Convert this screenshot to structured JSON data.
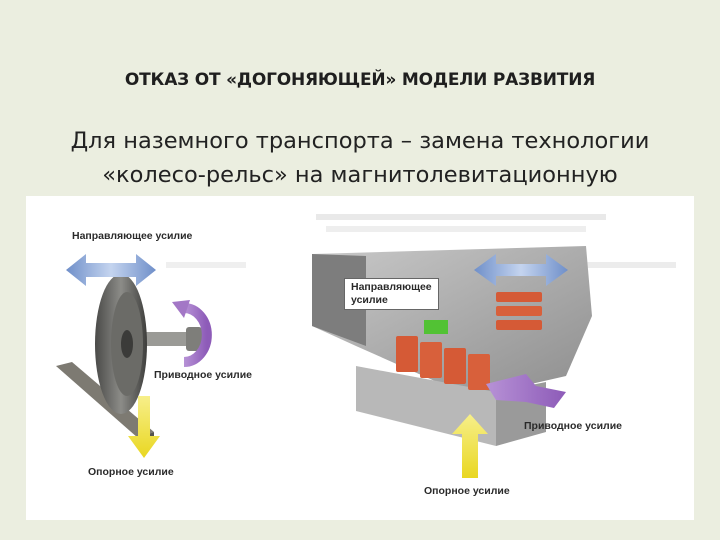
{
  "slide": {
    "title": "ОТКАЗ ОТ «ДОГОНЯЮЩЕЙ» МОДЕЛИ РАЗВИТИЯ",
    "subtitle_line1": "Для наземного транспорта – замена технологии",
    "subtitle_line2": "«колесо-рельс» на магнитолевитационную"
  },
  "figure": {
    "wheel_rail": {
      "guiding_force": "Направляющее усилие",
      "driving_force": "Приводное усилие",
      "support_force": "Опорное усилие"
    },
    "maglev": {
      "guiding_force_line1": "Направляющее",
      "guiding_force_line2": "усилие",
      "driving_force": "Приводное усилие",
      "support_force": "Опорное усилие"
    },
    "colors": {
      "guiding_arrow": "#7f9fd2",
      "driving_arrow": "#a377c6",
      "support_arrow": "#f0e23a",
      "magnets": "#d55a36",
      "sensor": "#52c234"
    }
  }
}
